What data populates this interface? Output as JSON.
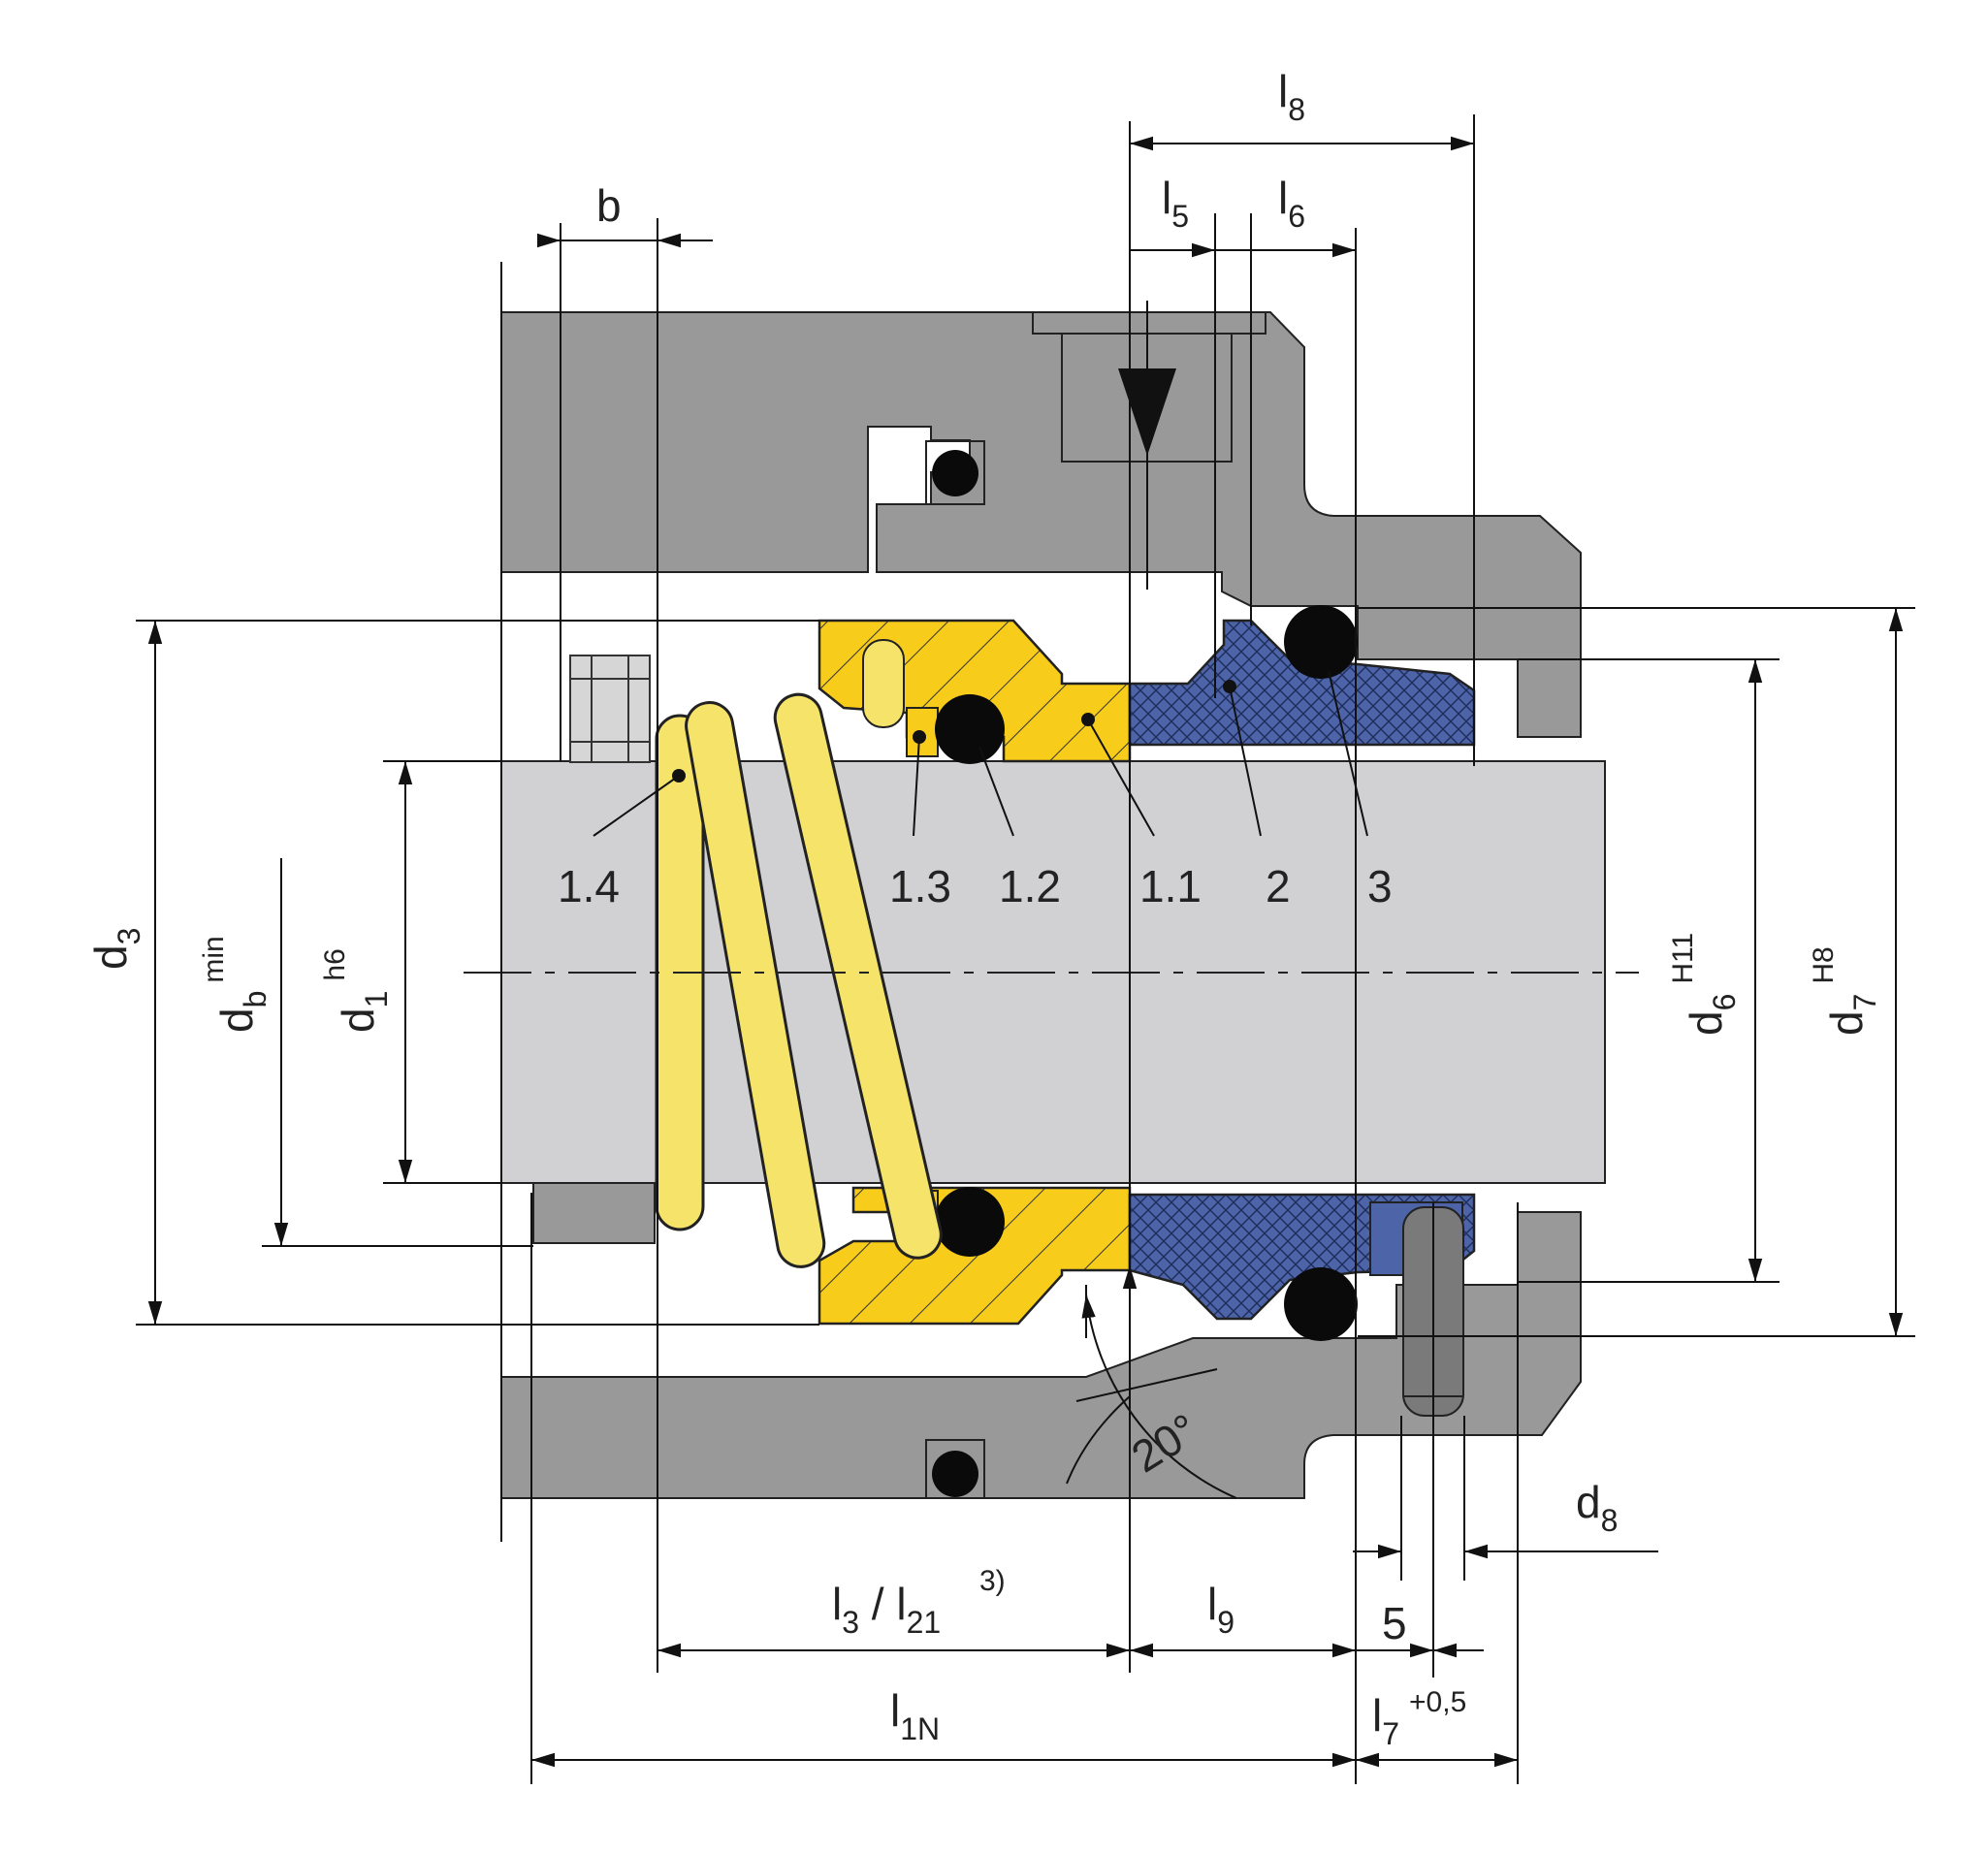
{
  "dimensions": {
    "b": "b",
    "l8": {
      "main": "l",
      "sub": "8"
    },
    "l5": {
      "main": "l",
      "sub": "5"
    },
    "l6": {
      "main": "l",
      "sub": "6"
    },
    "d3": {
      "main": "d",
      "sub": "3"
    },
    "db": {
      "main": "d",
      "sub": "b",
      "sup": "min"
    },
    "d1": {
      "main": "d",
      "sub": "1",
      "sup": "h6"
    },
    "d6": {
      "main": "d",
      "sub": "6",
      "sup": "H11"
    },
    "d7": {
      "main": "d",
      "sub": "7",
      "sup": "H8"
    },
    "d8": {
      "main": "d",
      "sub": "8"
    },
    "l3_l21": {
      "main": "l",
      "sub": "3",
      "sep": " / ",
      "main2": "l",
      "sub2": "21",
      "note": "3)"
    },
    "l9": {
      "main": "l",
      "sub": "9"
    },
    "five": "5",
    "l1N": {
      "main": "l",
      "sub": "1N"
    },
    "l7": {
      "main": "l",
      "sub": "7",
      "sup": "+0,5"
    },
    "angle": "20°"
  },
  "parts": [
    "1.4",
    "1.3",
    "1.2",
    "1.1",
    "2",
    "3"
  ],
  "colors": {
    "housing": "#999999",
    "shaft": "#d1d1d3",
    "rotating_ring": "#f7cc1b",
    "spring": "#f6e46a",
    "stationary_seat": "#4d64a8",
    "oring": "#0a0a0a",
    "line": "#111111"
  }
}
